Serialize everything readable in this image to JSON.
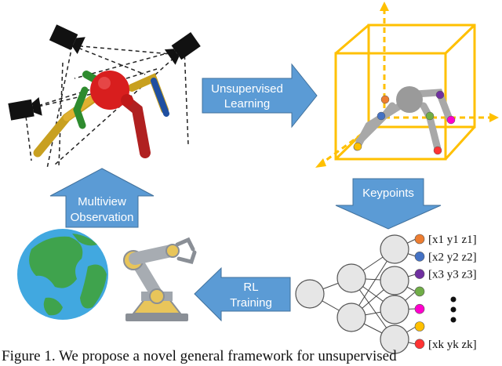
{
  "arrows": {
    "unsupervised": [
      "Unsupervised",
      "Learning"
    ],
    "keypoints": [
      "Keypoints"
    ],
    "multiview": [
      "Multiview",
      "Observation"
    ],
    "rl": [
      "RL",
      "Training"
    ]
  },
  "keypoints": [
    {
      "label": "[x1 y1 z1]",
      "color": "#ED7D31"
    },
    {
      "label": "[x2 y2 z2]",
      "color": "#4472C4"
    },
    {
      "label": "[x3 y3 z3]",
      "color": "#7030A0"
    },
    {
      "label": "",
      "color": "#70AD47"
    },
    {
      "label": "",
      "color": "#FF00CC"
    },
    {
      "label": "",
      "color": "#FFC000"
    },
    {
      "label": "[xk yk zk]",
      "color": "#FF3333"
    }
  ],
  "caption": "Figure 1. We propose a novel general framework for unsupervised",
  "colors": {
    "arrow_fill": "#5B9BD5",
    "box": "#FFC000",
    "red_body": "#E02020"
  }
}
